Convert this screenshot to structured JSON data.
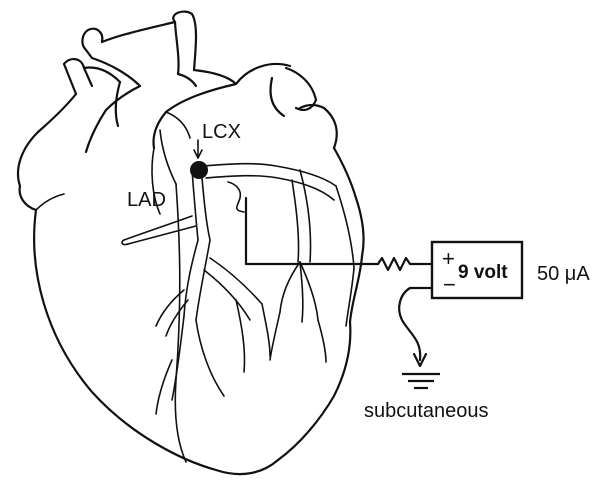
{
  "labels": {
    "lcx": "LCX",
    "lad": "LAD",
    "battery": "9 volt",
    "plus": "+",
    "minus": "−",
    "current": "50 μA",
    "ground": "subcutaneous"
  },
  "colors": {
    "ink": "#111111",
    "background": "#ffffff"
  }
}
